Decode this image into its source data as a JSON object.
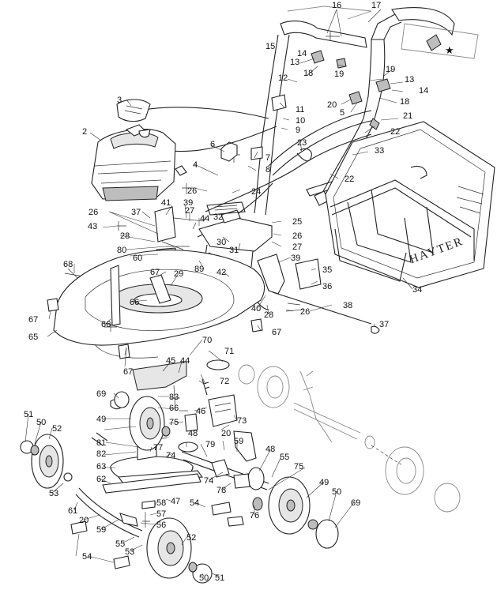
{
  "diagram": {
    "brand": "HAYTER",
    "star": "★",
    "labels": {
      "n16": "16",
      "n17": "17",
      "n15": "15",
      "n13a": "13",
      "n18a": "18",
      "n14a": "14",
      "n19a": "19",
      "n12": "12",
      "n19b": "19",
      "n13b": "13",
      "n14b": "14",
      "n18b": "18",
      "n20a": "20",
      "n5": "5",
      "n21": "21",
      "n3": "3",
      "n11": "11",
      "n10": "10",
      "n9": "9",
      "n22a": "22",
      "n2": "2",
      "n6": "6",
      "n7": "7",
      "n23": "23",
      "n33": "33",
      "n8": "8",
      "n4": "4",
      "n22b": "22",
      "n26a": "26",
      "n24": "24",
      "n41": "41",
      "n39a": "39",
      "n26b": "26",
      "n37a": "37",
      "n27a": "27",
      "n44a": "44",
      "n32": "32",
      "n25": "25",
      "n43": "43",
      "n28a": "28",
      "n26c": "26",
      "n80": "80",
      "n30": "30",
      "n27b": "27",
      "n60": "60",
      "n31": "31",
      "n39b": "39",
      "n68": "68",
      "n89": "89",
      "n67a": "67",
      "n29": "29",
      "n42": "42",
      "n35": "35",
      "n36": "36",
      "n34": "34",
      "n66a": "66",
      "n38": "38",
      "n67b": "67",
      "n40": "40",
      "n28b": "28",
      "n26d": "26",
      "n66b": "66",
      "n37b": "37",
      "n65": "65",
      "n67c": "67",
      "n70": "70",
      "n71": "71",
      "n45": "45",
      "n44b": "44",
      "n67d": "67",
      "n72": "72",
      "n69a": "69",
      "n83": "83",
      "n66c": "66",
      "n51a": "51",
      "n50a": "50",
      "n49a": "49",
      "n52a": "52",
      "n46": "46",
      "n73": "73",
      "n75a": "75",
      "n20b": "20",
      "n81": "81",
      "n77": "77",
      "n48a": "48",
      "n82": "82",
      "n74a": "74",
      "n79": "79",
      "n59a": "59",
      "n48b": "48",
      "n63": "63",
      "n55a": "55",
      "n75b": "75",
      "n53a": "53",
      "n62": "62",
      "n74b": "74",
      "n78": "78",
      "n49b": "49",
      "n50b": "50",
      "n58": "58",
      "n47": "47",
      "n54a": "54",
      "n76": "76",
      "n69b": "69",
      "n61": "61",
      "n57": "57",
      "n20c": "20",
      "n59b": "59",
      "n56": "56",
      "n55b": "55",
      "n53b": "53",
      "n52b": "52",
      "n54b": "54",
      "n50c": "50",
      "n51b": "51"
    }
  }
}
